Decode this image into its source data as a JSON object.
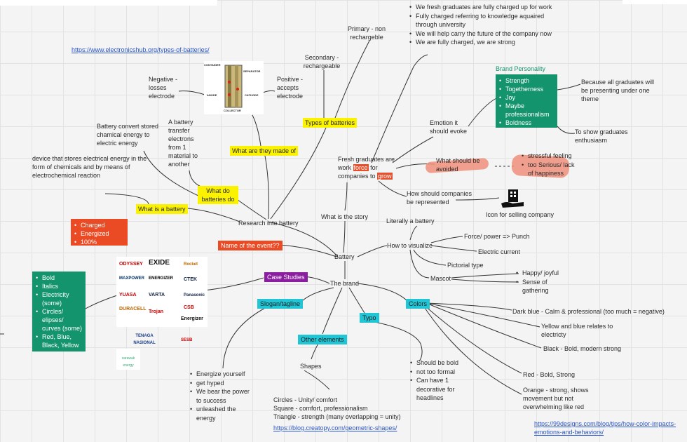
{
  "center": {
    "battery": "Battery",
    "the_brand": "The brand"
  },
  "links": {
    "electronicshub": "https://www.electronicshub.org/types-of-batteries/",
    "creatopy": "https://blog.creatopy.com/geometric-shapes/",
    "ninetyninedesigns": "https://99designs.com/blog/tips/how-color-impacts-emotions-and-behaviors/"
  },
  "research": {
    "label": "Research into battery",
    "what_is": "What is a battery",
    "device_def": "device that stores electrical energy in the form of chemicals and by means of electrochemical reaction",
    "what_do": "What do batteries do",
    "convert_def": "Battery convert stored chamical energy to electric energy",
    "transfer_def": "A battery transfer electrons from 1 material to another",
    "made_of": "What are they made of",
    "negative": "Negative - losses electrode",
    "positive": "Positive - accepts electrode",
    "diagram_labels": {
      "container": "CONTAINER",
      "separator": "SEPARATOR",
      "anode": "ANODE",
      "cathode": "CATHODE",
      "collector": "COLLECTOR"
    },
    "types": "Types of batteries",
    "secondary": "Secondary - rechargeable",
    "primary": "Primary - non rechargeble"
  },
  "event": {
    "label": "Name of the event??",
    "options": [
      "Charged",
      "Energized",
      "100%"
    ]
  },
  "story": {
    "label": "What is the story",
    "fresh_pre": "Fresh graduates are work",
    "fresh_force": "force",
    "fresh_mid": "for companies to",
    "fresh_grow": "grow",
    "slogans": [
      "We fresh graduates are fully charged up for work",
      "Fully charged referring to knowledge aquaired through university",
      "We will help carry the future of the company now",
      "We are fully charged, we are strong"
    ],
    "emotion": "Emotion it should evoke",
    "brand_personality": "Brand Personality",
    "personality": [
      "Strength",
      "Togetherness",
      "Joy",
      "Maybe professionalism",
      "Boldness"
    ],
    "because": "Because all graduates will be presenting under one theme",
    "enthusiasm": "To show graduates enthusiasm",
    "avoided": "What should be avoided",
    "avoid_items": [
      "stressful feeling",
      "too Serious/ lack of happiness"
    ],
    "represented": "How should companies be represented",
    "icon_caption": "Icon for selling company"
  },
  "visualize": {
    "label": "How to visualize",
    "literally": "Literally a battery",
    "force": "Force/ power => Punch",
    "electric": "Electric current",
    "pictorial": "Pictorial type",
    "mascot": "Mascot",
    "happy": "Happy/ joyful",
    "sense": "Sense of gathering"
  },
  "case_studies": {
    "label": "Case Studies",
    "traits": [
      "Bold",
      "Italics",
      "Electricity (some)",
      "Circles/ elipses/ curves (some)",
      "Red, Blue, Black, Yellow"
    ],
    "logos": [
      "ODYSSEY",
      "EXIDE",
      "Rocket",
      "MAXPOWER",
      "ENERGIZER",
      "CTEK",
      "YUASA",
      "VARTA",
      "Panasonic",
      "DURACELL",
      "Trojan",
      "CSB",
      "Energizer",
      "TENAGA NASIONAL",
      "SESB",
      "sarawak energy"
    ]
  },
  "slogan": {
    "label": "Slogan/tagline",
    "items": [
      "Energize yourself",
      "get hyped",
      "We bear the power to success",
      "unleashed the energy"
    ]
  },
  "other": {
    "label": "Other elements",
    "shapes": "Shapes",
    "circles": "Circles - Unity/ comfort",
    "square": "Square - comfort, professionalism",
    "triangle": "Triangle - strength (many overlapping = unity)"
  },
  "typo": {
    "label": "Typo",
    "items": [
      "Should be bold",
      "not too formal",
      "Can have 1 decorative for headlines"
    ]
  },
  "colors": {
    "label": "Colors",
    "dark_blue": "Dark blue - Calm & professional (too much = negative)",
    "yellow_blue": "Yellow and blue relates to electricty",
    "black": "Black - Bold, modern strong",
    "red": "Red - Bold, Strong",
    "orange": "Orange - strong, shows movement but not overwhelming like red"
  },
  "palette": {
    "yellow": "#fbf200",
    "red": "#ea4b25",
    "purple": "#8b1ea0",
    "cyan": "#21c6d6",
    "teal": "#14946c",
    "link": "#2c57c9"
  }
}
